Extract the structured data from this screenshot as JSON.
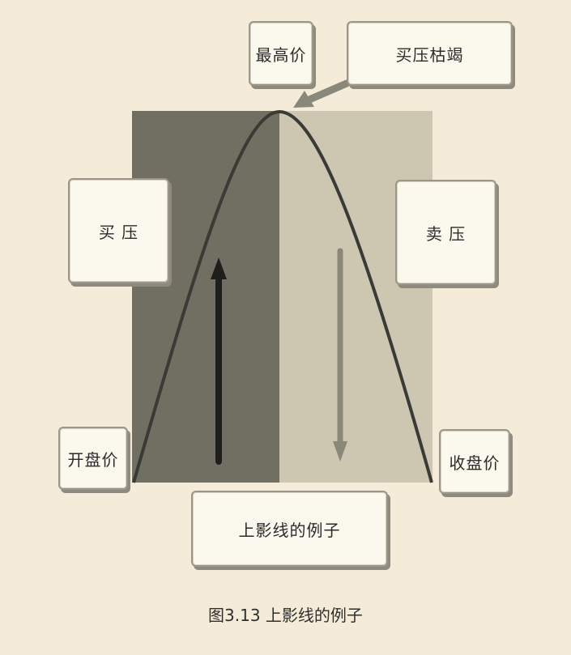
{
  "labels": {
    "highest_price": "最高价",
    "buying_exhausted": "买压枯竭",
    "buying_pressure": "买 压",
    "selling_pressure": "卖 压",
    "open_price": "开盘价",
    "close_price": "收盘价",
    "title_box": "上影线的例子"
  },
  "caption": "图3.13   上影线的例子",
  "colors": {
    "background": "#f4ecd8",
    "left_panel": "#716f61",
    "right_panel": "#cdc6b0",
    "curve": "#3a3a36",
    "up_arrow": "#1e1e1c",
    "down_arrow": "#8a877b",
    "box_fill": "#fbf8ee"
  },
  "icons": {
    "up_arrow": "arrow-up-icon",
    "down_arrow": "arrow-down-icon",
    "pointer_arrow": "pointer-arrow-icon"
  }
}
